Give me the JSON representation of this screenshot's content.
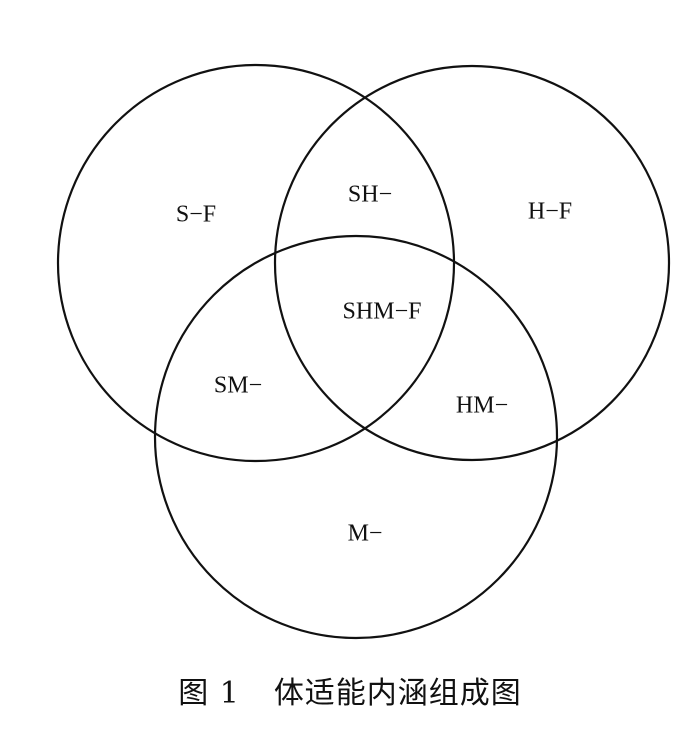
{
  "diagram": {
    "regions": {
      "s_only": "S−F",
      "h_only": "H−F",
      "m_only": "M−",
      "sh": "SH−",
      "sm": "SM−",
      "hm": "HM−",
      "shm": "SHM−F"
    }
  },
  "caption": {
    "figure_number": "图 1",
    "title": "体适能内涵组成图"
  }
}
